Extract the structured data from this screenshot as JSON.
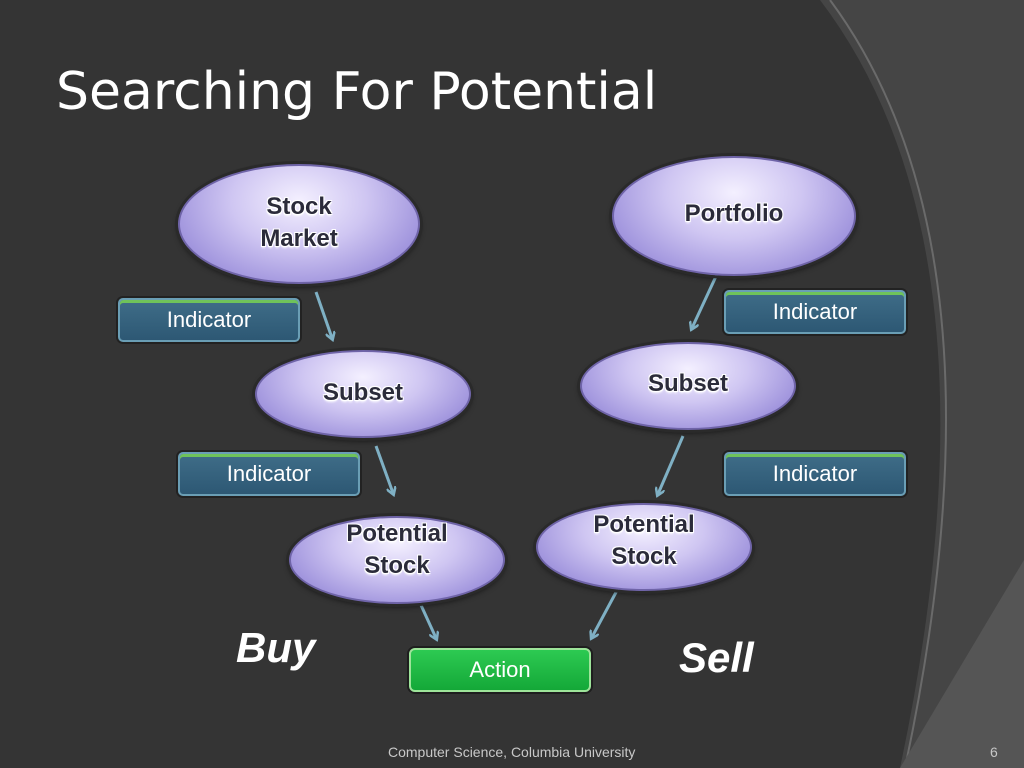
{
  "slide": {
    "title": "Searching For Potential",
    "footer": "Computer Science, Columbia University",
    "page_number": "6"
  },
  "diagram": {
    "nodes": {
      "stock_market": "Stock\nMarket",
      "portfolio": "Portfolio",
      "subset_left": "Subset",
      "subset_right": "Subset",
      "potential_left": "Potential\nStock",
      "potential_right": "Potential\nStock",
      "action": "Action"
    },
    "indicators": {
      "left_top": "Indicator",
      "left_mid": "Indicator",
      "right_top": "Indicator",
      "right_mid": "Indicator"
    },
    "labels": {
      "buy": "Buy",
      "sell": "Sell"
    },
    "colors": {
      "background": "#343434",
      "ellipse": "#b8aee8",
      "indicator": "#36627e",
      "action": "#1fb844",
      "arrow": "#7fb0c4"
    }
  }
}
